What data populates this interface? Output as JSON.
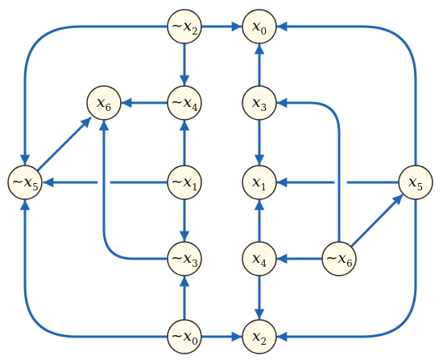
{
  "colors": {
    "edge": "#1f66b6",
    "node_fill": "#fffbe6",
    "node_stroke": "#2b2b2b",
    "label": "#111111"
  },
  "nodes": [
    {
      "id": "n_x2",
      "negated": true,
      "base": "x",
      "sub": "2"
    },
    {
      "id": "p_x0",
      "negated": false,
      "base": "x",
      "sub": "0"
    },
    {
      "id": "p_x6",
      "negated": false,
      "base": "x",
      "sub": "6"
    },
    {
      "id": "n_x4",
      "negated": true,
      "base": "x",
      "sub": "4"
    },
    {
      "id": "p_x3",
      "negated": false,
      "base": "x",
      "sub": "3"
    },
    {
      "id": "n_x5",
      "negated": true,
      "base": "x",
      "sub": "5"
    },
    {
      "id": "n_x1",
      "negated": true,
      "base": "x",
      "sub": "1"
    },
    {
      "id": "p_x1",
      "negated": false,
      "base": "x",
      "sub": "1"
    },
    {
      "id": "p_x5",
      "negated": false,
      "base": "x",
      "sub": "5"
    },
    {
      "id": "n_x3",
      "negated": true,
      "base": "x",
      "sub": "3"
    },
    {
      "id": "p_x4",
      "negated": false,
      "base": "x",
      "sub": "4"
    },
    {
      "id": "n_x6",
      "negated": true,
      "base": "x",
      "sub": "6"
    },
    {
      "id": "n_x0",
      "negated": true,
      "base": "x",
      "sub": "0"
    },
    {
      "id": "p_x2",
      "negated": false,
      "base": "x",
      "sub": "2"
    }
  ],
  "edges": [
    {
      "from": "n_x2",
      "to": "p_x0"
    },
    {
      "from": "n_x2",
      "to": "n_x4"
    },
    {
      "from": "n_x2",
      "to": "n_x5"
    },
    {
      "from": "n_x4",
      "to": "p_x6"
    },
    {
      "from": "n_x5",
      "to": "p_x6"
    },
    {
      "from": "n_x1",
      "to": "n_x4"
    },
    {
      "from": "n_x1",
      "to": "n_x5"
    },
    {
      "from": "n_x1",
      "to": "n_x3"
    },
    {
      "from": "n_x3",
      "to": "p_x6"
    },
    {
      "from": "n_x0",
      "to": "n_x3"
    },
    {
      "from": "n_x0",
      "to": "p_x2"
    },
    {
      "from": "n_x0",
      "to": "n_x5"
    },
    {
      "from": "p_x3",
      "to": "p_x0"
    },
    {
      "from": "p_x3",
      "to": "p_x1"
    },
    {
      "from": "p_x4",
      "to": "p_x1"
    },
    {
      "from": "p_x4",
      "to": "p_x2"
    },
    {
      "from": "p_x5",
      "to": "p_x0"
    },
    {
      "from": "p_x5",
      "to": "p_x1"
    },
    {
      "from": "p_x5",
      "to": "p_x2"
    },
    {
      "from": "n_x6",
      "to": "p_x4"
    },
    {
      "from": "n_x6",
      "to": "p_x5"
    },
    {
      "from": "n_x6",
      "to": "p_x3"
    }
  ]
}
